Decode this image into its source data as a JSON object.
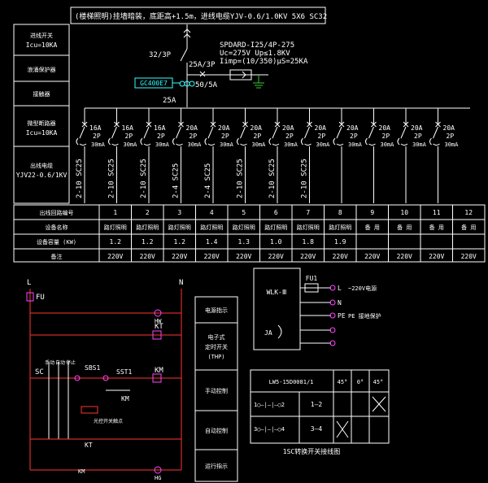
{
  "header": {
    "title": "(楼梯照明)挂墙暗装，底距高+1.5m，进线电缆YJV-0.6/1.0KV 5X6 SC32"
  },
  "left_labels": {
    "incoming_switch": [
      "进线开关",
      "Icu=10KA"
    ],
    "surge_protector": "浪涌保护器",
    "contactor": "接触器",
    "breaker": [
      "微型断路器",
      "Icu=10KA"
    ],
    "outgoing_cable": [
      "出线电缆",
      "YJV22-0.6/1KV"
    ]
  },
  "incoming": {
    "main_breaker": "32/3P",
    "surge_breaker": "25A/3P",
    "spd": [
      "SPDARD-I25/4P-275",
      "Uc=275V Up≤1.8KV",
      "Iimp=(10/350)μS=25KA"
    ],
    "timer": "GC400E7",
    "contactor_rating": "50/5A",
    "contactor_current": "25A"
  },
  "breakers": [
    {
      "rating": "16A",
      "poles": "2P",
      "rcd": "30mA",
      "cable": "2-10 SC25"
    },
    {
      "rating": "16A",
      "poles": "2P",
      "rcd": "30mA",
      "cable": "2-10 SC25"
    },
    {
      "rating": "16A",
      "poles": "2P",
      "rcd": "30mA",
      "cable": "2-10 SC25"
    },
    {
      "rating": "20A",
      "poles": "2P",
      "rcd": "30mA",
      "cable": "2-4 SC25"
    },
    {
      "rating": "20A",
      "poles": "2P",
      "rcd": "30mA",
      "cable": "2-4 SC25"
    },
    {
      "rating": "20A",
      "poles": "2P",
      "rcd": "30mA",
      "cable": "2-10 SC25"
    },
    {
      "rating": "20A",
      "poles": "2P",
      "rcd": "30mA",
      "cable": "2-10 SC25"
    },
    {
      "rating": "20A",
      "poles": "2P",
      "rcd": "30mA",
      "cable": "2-10 SC25"
    },
    {
      "rating": "20A",
      "poles": "2P",
      "rcd": "30mA",
      "cable": ""
    },
    {
      "rating": "20A",
      "poles": "2P",
      "rcd": "30mA",
      "cable": ""
    },
    {
      "rating": "20A",
      "poles": "2P",
      "rcd": "30mA",
      "cable": ""
    },
    {
      "rating": "20A",
      "poles": "2P",
      "rcd": "30mA",
      "cable": ""
    }
  ],
  "table": {
    "row_headers": [
      "出线回路编号",
      "设备名称",
      "设备容量 (KW)",
      "备注"
    ],
    "numbers": [
      "1",
      "2",
      "3",
      "4",
      "5",
      "6",
      "7",
      "8",
      "9",
      "10",
      "11",
      "12"
    ],
    "names": [
      "路灯照明",
      "路灯照明",
      "路灯照明",
      "路灯照明",
      "路灯照明",
      "路灯照明",
      "路灯照明",
      "路灯照明",
      "备 用",
      "备 用",
      "备 用",
      "备 用"
    ],
    "capacity": [
      "1.2",
      "1.2",
      "1.2",
      "1.4",
      "1.3",
      "1.0",
      "1.8",
      "1.9",
      "",
      "",
      "",
      ""
    ],
    "remarks": [
      "220V",
      "220V",
      "220V",
      "220V",
      "220V",
      "220V",
      "220V",
      "220V",
      "220V",
      "220V",
      "220V",
      "220V"
    ]
  },
  "control": {
    "L": "L",
    "N": "N",
    "FU": "FU",
    "HW": "HW",
    "KT1": "KT",
    "KM1": "KM",
    "SC": "SC",
    "SC_top": [
      "手动",
      "自动",
      "停止"
    ],
    "SBS1": "SBS1",
    "SST1": "SST1",
    "KM2": "KM",
    "timer_note": "光控开关触点",
    "KT2": "KT",
    "KM3": "KM",
    "HG": "HG"
  },
  "func_labels": [
    "电源指示",
    "电子式\n定时开关\n(THP)",
    "手动控制",
    "自动控制",
    "运行指示"
  ],
  "light_ctrl": {
    "box": "WLK-Ⅲ",
    "fu": "FU1",
    "ja": "JA",
    "terminals": [
      "L",
      "N",
      "PE",
      "",
      ""
    ],
    "notes": [
      "~220V电源",
      "",
      "PE 接地保护",
      "",
      ""
    ]
  },
  "switch_table": {
    "title": "LW5-15D0081/1",
    "angles": [
      "45°",
      "0°",
      "45°"
    ],
    "rows": [
      {
        "contacts": "1○—|—|—○2",
        "pair": "1—2"
      },
      {
        "contacts": "3○—|—|—○4",
        "pair": "3—4"
      }
    ],
    "caption": "1SC转换开关接线图"
  },
  "colors": {
    "line": "#ffffff",
    "accent": "#ff3333",
    "green": "#33cc33",
    "cyan": "#33ffff",
    "magenta": "#ff44ff"
  }
}
